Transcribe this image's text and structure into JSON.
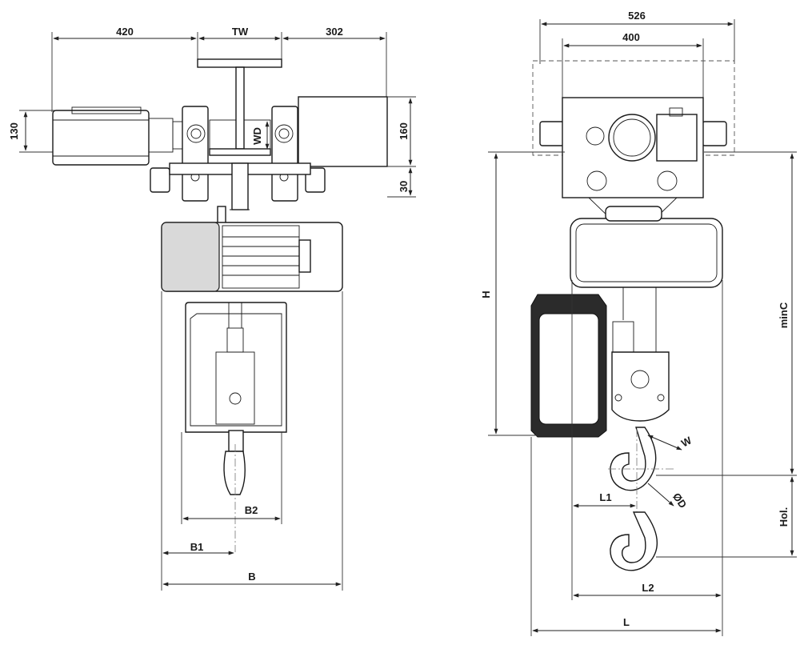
{
  "dimensions": {
    "left_motor": "420",
    "trolley_width": "TW",
    "right_box": "302",
    "motor_height": "130",
    "wheel_diameter": "WD",
    "box_height": "160",
    "flange_offset": "30",
    "overall_width": "B",
    "width_b1": "B1",
    "width_b2": "B2",
    "frame_outer": "526",
    "frame_inner": "400",
    "height": "H",
    "min_c": "minC",
    "hook_width": "W",
    "hook_diameter": "ØD",
    "offset_l1": "L1",
    "lift": "Hol.",
    "length_l2": "L2",
    "length_l": "L"
  }
}
